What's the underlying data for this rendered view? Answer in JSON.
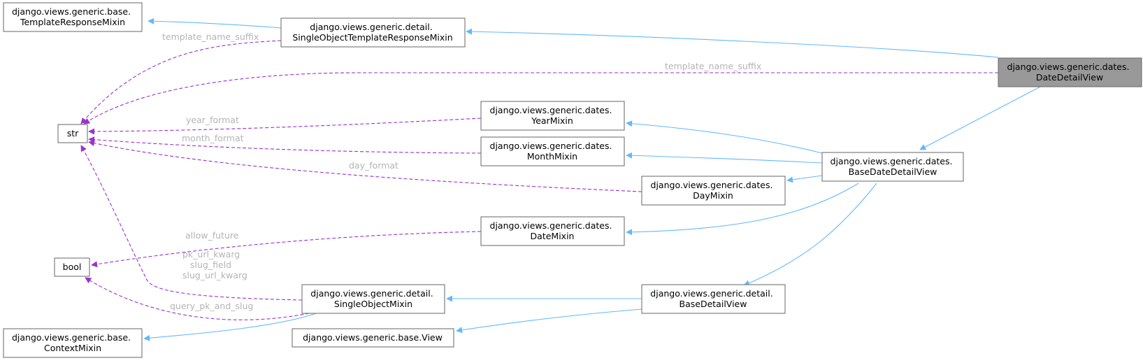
{
  "diagram": {
    "colors": {
      "inheritance_edge": "#63b8ff",
      "usage_edge": "#9a32cd",
      "edge_label": "#b4b4b4",
      "node_border": "#666666",
      "highlight_fill": "#999999"
    },
    "nodes": {
      "date_detail_view": [
        "django.views.generic.dates.",
        "DateDetailView"
      ],
      "template_response_mixin": [
        "django.views.generic.base.",
        "TemplateResponseMixin"
      ],
      "single_object_template_response_mixin": [
        "django.views.generic.detail.",
        "SingleObjectTemplateResponseMixin"
      ],
      "str": [
        "str"
      ],
      "year_mixin": [
        "django.views.generic.dates.",
        "YearMixin"
      ],
      "month_mixin": [
        "django.views.generic.dates.",
        "MonthMixin"
      ],
      "base_date_detail_view": [
        "django.views.generic.dates.",
        "BaseDateDetailView"
      ],
      "day_mixin": [
        "django.views.generic.dates.",
        "DayMixin"
      ],
      "date_mixin": [
        "django.views.generic.dates.",
        "DateMixin"
      ],
      "bool": [
        "bool"
      ],
      "single_object_mixin": [
        "django.views.generic.detail.",
        "SingleObjectMixin"
      ],
      "base_detail_view": [
        "django.views.generic.detail.",
        "BaseDetailView"
      ],
      "context_mixin": [
        "django.views.generic.base.",
        "ContextMixin"
      ],
      "view": [
        "django.views.generic.base.View"
      ]
    },
    "edge_labels": {
      "template_name_suffix_1": [
        "template_name_suffix"
      ],
      "template_name_suffix_2": [
        "template_name_suffix"
      ],
      "year_format": [
        "year_format"
      ],
      "month_format": [
        "month_format"
      ],
      "day_format": [
        "day_format"
      ],
      "allow_future": [
        "allow_future"
      ],
      "pk_slug": [
        "pk_url_kwarg",
        "slug_field",
        "slug_url_kwarg"
      ],
      "query_pk_and_slug": [
        "query_pk_and_slug"
      ]
    }
  }
}
